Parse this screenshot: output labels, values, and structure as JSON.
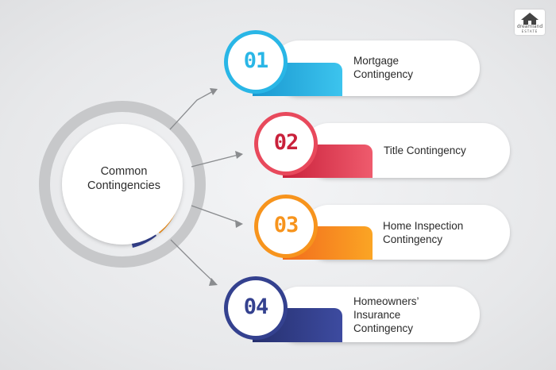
{
  "brand": {
    "logo_text": "dreamland",
    "logo_subtext": "ESTATE"
  },
  "center": {
    "title_line1": "Common",
    "title_line2": "Contingencies"
  },
  "items": [
    {
      "number": "01",
      "label_lines": [
        "Mortgage",
        "Contingency"
      ],
      "color": "#29b6e6",
      "color_dark": "#1a98d0"
    },
    {
      "number": "02",
      "label_lines": [
        "Title Contingency"
      ],
      "color": "#e8495c",
      "color_dark": "#c9213b"
    },
    {
      "number": "03",
      "label_lines": [
        "Home Inspection",
        "Contingency"
      ],
      "color": "#f7941d",
      "color_dark": "#f26b1d"
    },
    {
      "number": "04",
      "label_lines": [
        "Homeowners’",
        "Insurance",
        "Contingency"
      ],
      "color": "#34418f",
      "color_dark": "#26306f"
    }
  ]
}
